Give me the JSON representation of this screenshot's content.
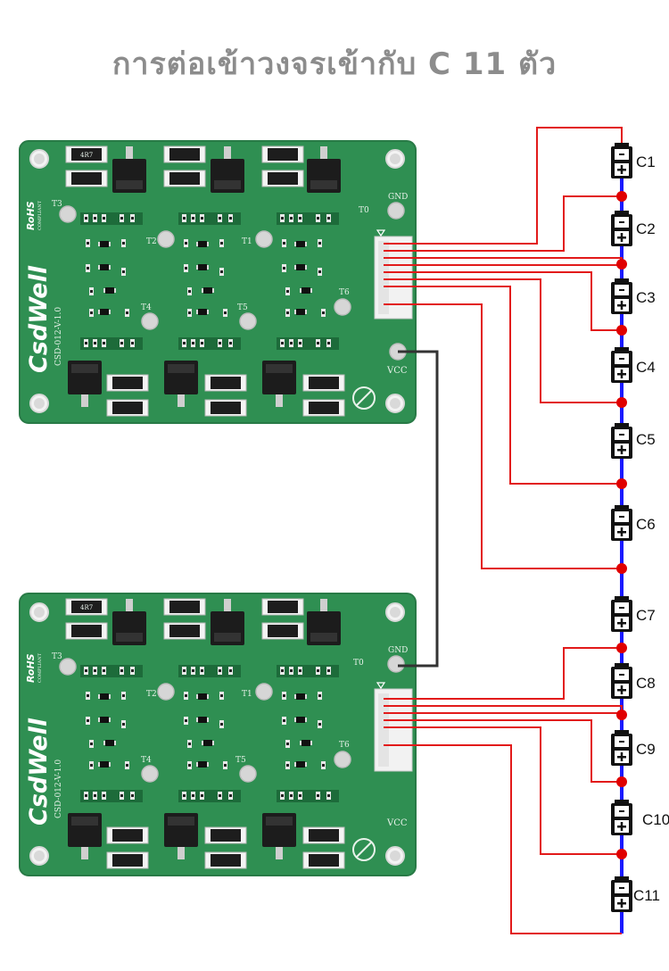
{
  "title": "การต่อเข้าวงจรเข้ากับ C 11 ตัว",
  "boards": [
    {
      "id": "upper",
      "brand": "CsdWell",
      "model": "CSD-012-V-1.0",
      "rohs": "RoHS",
      "compliant": "COMPLIANT",
      "resistor_code": "4R7",
      "pins": {
        "gnd": "GND",
        "vcc": "VCC"
      },
      "test_points": [
        "T0",
        "T1",
        "T2",
        "T3",
        "T4",
        "T5",
        "T6"
      ]
    },
    {
      "id": "lower",
      "brand": "CsdWell",
      "model": "CSD-012-V-1.0",
      "rohs": "RoHS",
      "compliant": "COMPLIANT",
      "resistor_code": "4R7",
      "pins": {
        "gnd": "GND",
        "vcc": "VCC"
      },
      "test_points": [
        "T0",
        "T1",
        "T2",
        "T3",
        "T4",
        "T5",
        "T6"
      ]
    }
  ],
  "capacitors": [
    "C1",
    "C2",
    "C3",
    "C4",
    "C5",
    "C6",
    "C7",
    "C8",
    "C9",
    "C10",
    "C11"
  ],
  "colors": {
    "board": "#2f8f52",
    "wire_red": "#e21a1a",
    "wire_blue": "#1a1aff",
    "wire_dark": "#333333",
    "node": "#e00000"
  },
  "connections": [
    "upper VCC to lower GND (dark wire)",
    "upper connector to C1-C6",
    "lower connector to C7-C11"
  ]
}
